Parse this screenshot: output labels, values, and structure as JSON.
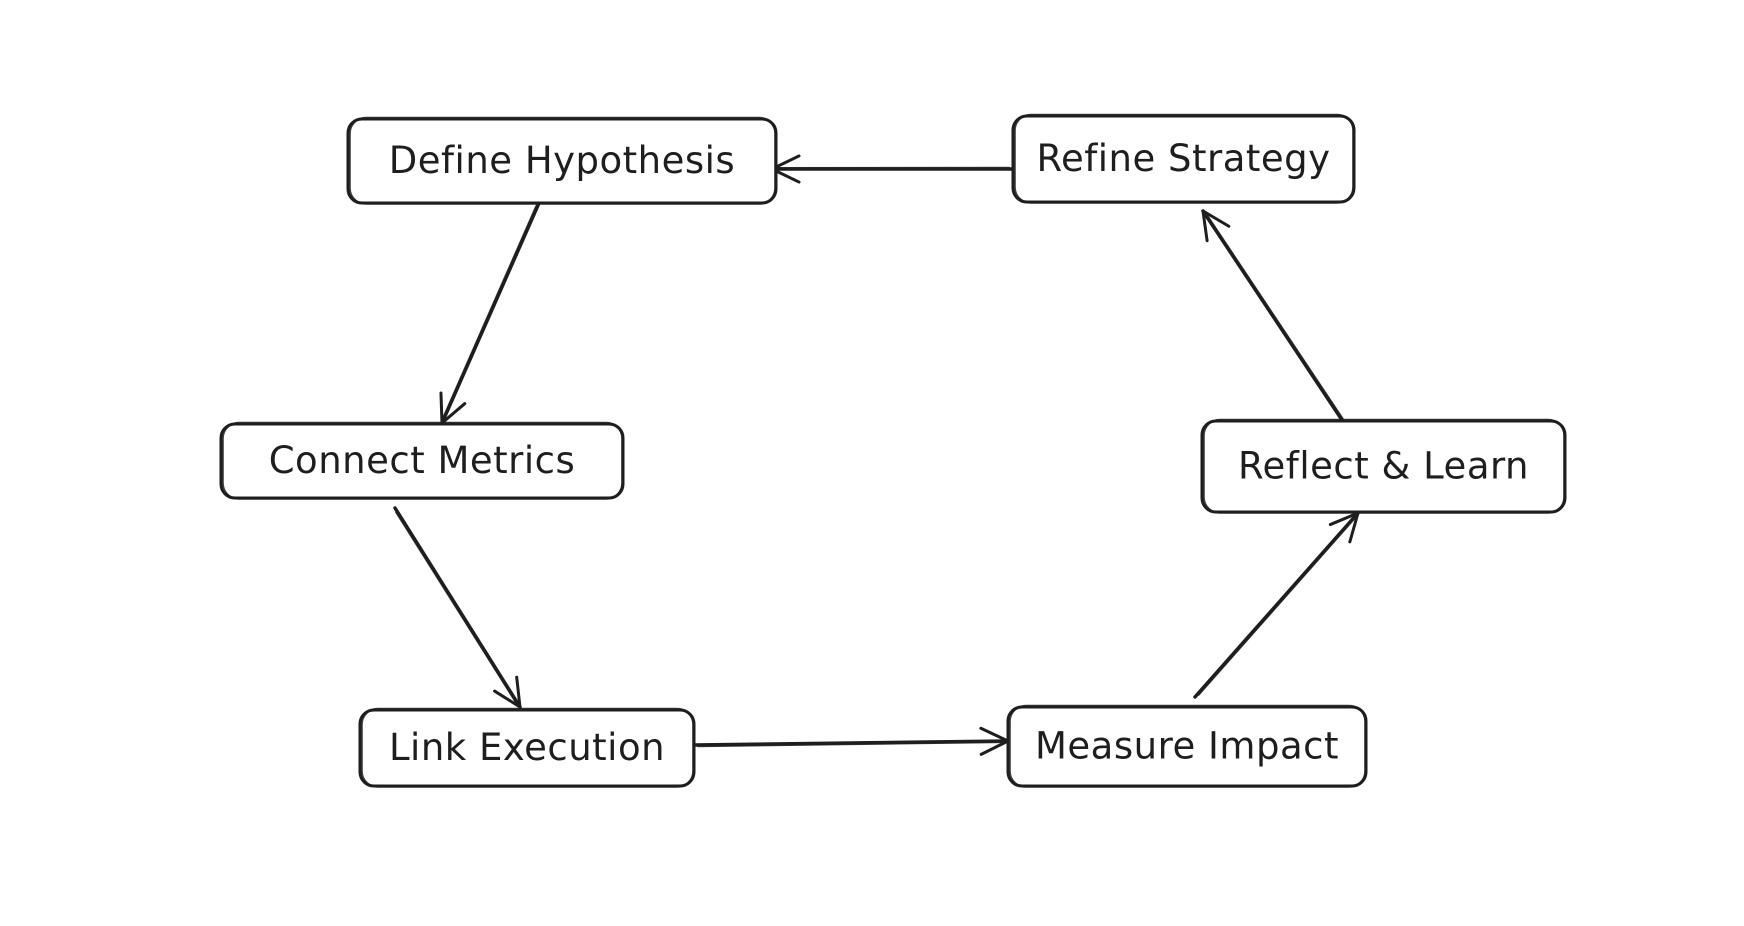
{
  "diagram": {
    "stroke_color": "#1e1e1e",
    "background_color": "#ffffff",
    "nodes": [
      {
        "id": "define-hypothesis",
        "label": "Define Hypothesis"
      },
      {
        "id": "connect-metrics",
        "label": "Connect Metrics"
      },
      {
        "id": "link-execution",
        "label": "Link Execution"
      },
      {
        "id": "measure-impact",
        "label": "Measure Impact"
      },
      {
        "id": "reflect-learn",
        "label": "Reflect & Learn"
      },
      {
        "id": "refine-strategy",
        "label": "Refine Strategy"
      }
    ],
    "edges": [
      {
        "from": "define-hypothesis",
        "to": "connect-metrics"
      },
      {
        "from": "connect-metrics",
        "to": "link-execution"
      },
      {
        "from": "link-execution",
        "to": "measure-impact"
      },
      {
        "from": "measure-impact",
        "to": "reflect-learn"
      },
      {
        "from": "reflect-learn",
        "to": "refine-strategy"
      },
      {
        "from": "refine-strategy",
        "to": "define-hypothesis"
      }
    ]
  }
}
